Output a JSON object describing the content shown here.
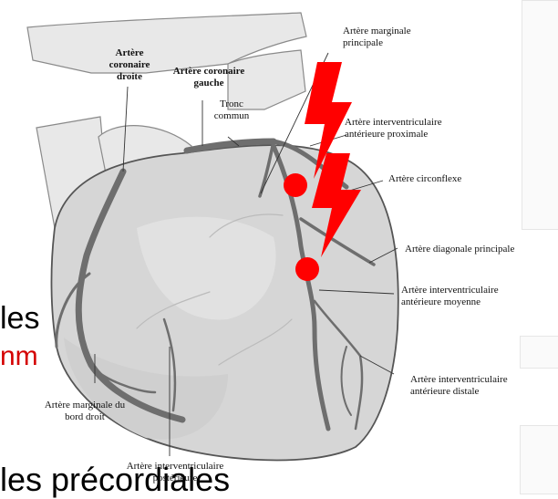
{
  "background_fragments": {
    "frag1": "les",
    "frag2": "nm",
    "frag3": "les précordiales"
  },
  "labels": {
    "rca": [
      "Artère",
      "coronaire",
      "droite"
    ],
    "lca": [
      "Artère coronaire",
      "gauche"
    ],
    "tronc": [
      "Tronc",
      "commun"
    ],
    "marginale_principale": [
      "Artère marginale",
      "principale"
    ],
    "iva_proximale": [
      "Artère interventriculaire",
      "antérieure proximale"
    ],
    "circonflexe": "Artère circonflexe",
    "diagonale": "Artère diagonale principale",
    "iva_moyenne": [
      "Artère interventriculaire",
      "antérieure moyenne"
    ],
    "iva_distale": [
      "Artère interventriculaire",
      "antérieure distale"
    ],
    "marginale_bord_droit": [
      "Artère marginale du",
      "bord droit"
    ],
    "iv_posterieure": [
      "Artère interventriculaire",
      "postérieure"
    ]
  },
  "colors": {
    "lightning": "#ff0000",
    "occlusion_dot": "#ff0000",
    "fragment_red": "#d40000",
    "heart_fill": "#d6d6d6",
    "heart_stroke": "#555555",
    "artery": "#6e6e6e",
    "vessel_fill": "#e8e8e8"
  },
  "icons": [
    "lightning-bolt-icon",
    "occlusion-dot-icon"
  ]
}
